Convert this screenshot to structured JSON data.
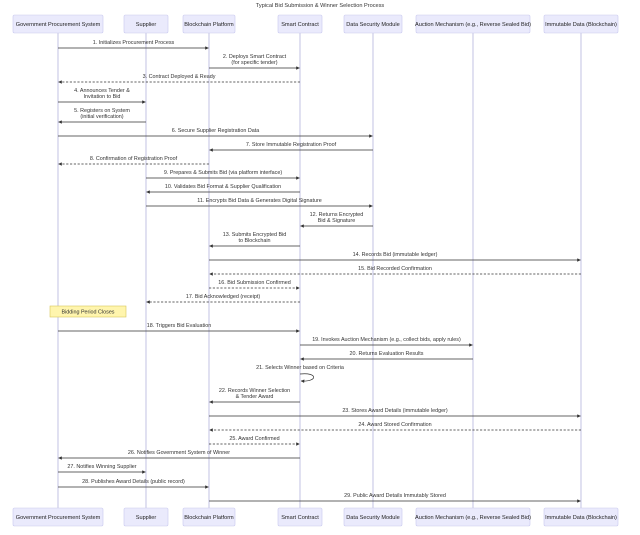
{
  "title": "Typical Bid Submission & Winner Selection Process",
  "participants": [
    {
      "id": "gov",
      "label": "Government Procurement System"
    },
    {
      "id": "sup",
      "label": "Supplier"
    },
    {
      "id": "bcp",
      "label": "Blockchain Platform"
    },
    {
      "id": "sc",
      "label": "Smart Contract"
    },
    {
      "id": "dsm",
      "label": "Data Security Module"
    },
    {
      "id": "am",
      "label": "Auction Mechanism (e.g., Reverse Sealed Bid)"
    },
    {
      "id": "imm",
      "label": "Immutable Data (Blockchain)"
    }
  ],
  "messages": [
    {
      "from": "gov",
      "to": "bcp",
      "lines": [
        "1. Initializes Procurement Process"
      ],
      "dashed": false
    },
    {
      "from": "bcp",
      "to": "sc",
      "lines": [
        "2. Deploys Smart Contract",
        "(for specific tender)"
      ],
      "dashed": false
    },
    {
      "from": "sc",
      "to": "gov",
      "lines": [
        "3. Contract Deployed & Ready"
      ],
      "dashed": true
    },
    {
      "from": "gov",
      "to": "sup",
      "lines": [
        "4. Announces Tender &",
        "Invitation to Bid"
      ],
      "dashed": false
    },
    {
      "from": "sup",
      "to": "gov",
      "lines": [
        "5. Registers on System",
        "(initial verification)"
      ],
      "dashed": false
    },
    {
      "from": "gov",
      "to": "dsm",
      "lines": [
        "6. Secure Supplier Registration Data"
      ],
      "dashed": false
    },
    {
      "from": "dsm",
      "to": "bcp",
      "lines": [
        "7. Store Immutable Registration Proof"
      ],
      "dashed": false
    },
    {
      "from": "bcp",
      "to": "gov",
      "lines": [
        "8. Confirmation of Registration Proof"
      ],
      "dashed": true
    },
    {
      "from": "sup",
      "to": "sc",
      "lines": [
        "9. Prepares & Submits Bid (via platform interface)"
      ],
      "dashed": false
    },
    {
      "from": "sc",
      "to": "sup",
      "lines": [
        "10. Validates Bid Format & Supplier Qualification"
      ],
      "dashed": false
    },
    {
      "from": "sup",
      "to": "dsm",
      "lines": [
        "11. Encrypts Bid Data & Generates Digital Signature"
      ],
      "dashed": false
    },
    {
      "from": "dsm",
      "to": "sc",
      "lines": [
        "12. Returns Encrypted",
        "Bid & Signature"
      ],
      "dashed": false
    },
    {
      "from": "sc",
      "to": "bcp",
      "lines": [
        "13. Submits Encrypted Bid",
        "to Blockchain"
      ],
      "dashed": false
    },
    {
      "from": "bcp",
      "to": "imm",
      "lines": [
        "14. Records Bid (immutable ledger)"
      ],
      "dashed": false
    },
    {
      "from": "imm",
      "to": "bcp",
      "lines": [
        "15. Bid Recorded Confirmation"
      ],
      "dashed": true
    },
    {
      "from": "bcp",
      "to": "sc",
      "lines": [
        "16. Bid Submission Confirmed"
      ],
      "dashed": true
    },
    {
      "from": "sc",
      "to": "sup",
      "lines": [
        "17. Bid Acknowledged (receipt)"
      ],
      "dashed": true
    },
    {
      "from": "gov",
      "to": "sc",
      "lines": [
        "18. Triggers Bid Evaluation"
      ],
      "dashed": false
    },
    {
      "from": "sc",
      "to": "am",
      "lines": [
        "19. Invokes Auction Mechanism (e.g., collect bids, apply rules)"
      ],
      "dashed": false
    },
    {
      "from": "am",
      "to": "sc",
      "lines": [
        "20. Returns Evaluation Results"
      ],
      "dashed": false
    },
    {
      "from": "sc",
      "to": "sc",
      "lines": [
        "21. Selects Winner based on Criteria"
      ],
      "dashed": false
    },
    {
      "from": "sc",
      "to": "bcp",
      "lines": [
        "22. Records Winner Selection",
        "& Tender Award"
      ],
      "dashed": false
    },
    {
      "from": "bcp",
      "to": "imm",
      "lines": [
        "23. Stores Award Details (immutable ledger)"
      ],
      "dashed": false
    },
    {
      "from": "imm",
      "to": "bcp",
      "lines": [
        "24. Award Stored Confirmation"
      ],
      "dashed": true
    },
    {
      "from": "bcp",
      "to": "sc",
      "lines": [
        "25. Award Confirmed"
      ],
      "dashed": true
    },
    {
      "from": "sc",
      "to": "gov",
      "lines": [
        "26. Notifies Government System of Winner"
      ],
      "dashed": false
    },
    {
      "from": "gov",
      "to": "sup",
      "lines": [
        "27. Notifies Winning Supplier"
      ],
      "dashed": false
    },
    {
      "from": "gov",
      "to": "bcp",
      "lines": [
        "28. Publishes Award Details (public record)"
      ],
      "dashed": false
    },
    {
      "from": "bcp",
      "to": "imm",
      "lines": [
        "29. Public Award Details Immutably Stored"
      ],
      "dashed": false
    }
  ],
  "note": {
    "text": "Bidding Period Closes"
  },
  "colors": {
    "participant_fill": "#eaeafc",
    "participant_border": "#c9c9ee",
    "lifeline": "#9a9ad0",
    "note_fill": "#fff5ad",
    "note_border": "#d8c65a",
    "message": "#333333"
  }
}
